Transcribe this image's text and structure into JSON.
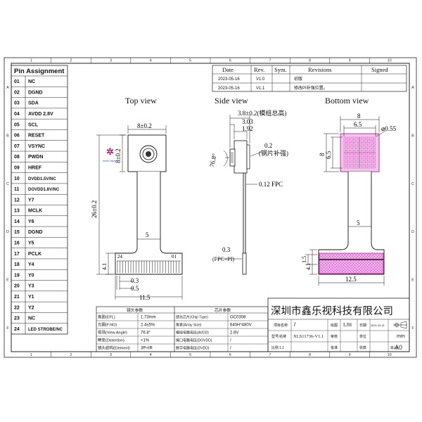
{
  "pin_table": {
    "title": "Pin Assignment",
    "pins": [
      {
        "no": "01",
        "name": "NC"
      },
      {
        "no": "02",
        "name": "DGND"
      },
      {
        "no": "03",
        "name": "SDA"
      },
      {
        "no": "04",
        "name": "AVDD 2.8V"
      },
      {
        "no": "05",
        "name": "SCL"
      },
      {
        "no": "06",
        "name": "RESET"
      },
      {
        "no": "07",
        "name": "VSYNC"
      },
      {
        "no": "08",
        "name": "PWDN"
      },
      {
        "no": "09",
        "name": "HREF"
      },
      {
        "no": "10",
        "name": "DVDD1.5V/NC"
      },
      {
        "no": "11",
        "name": "DOVDD1.8V/NC"
      },
      {
        "no": "12",
        "name": "Y7"
      },
      {
        "no": "13",
        "name": "MCLK"
      },
      {
        "no": "14",
        "name": "Y6"
      },
      {
        "no": "15",
        "name": "DGND"
      },
      {
        "no": "16",
        "name": "Y5"
      },
      {
        "no": "17",
        "name": "PCLK"
      },
      {
        "no": "18",
        "name": "Y4"
      },
      {
        "no": "19",
        "name": "Y0"
      },
      {
        "no": "20",
        "name": "Y3"
      },
      {
        "no": "21",
        "name": "Y1"
      },
      {
        "no": "22",
        "name": "Y2"
      },
      {
        "no": "23",
        "name": "NC"
      },
      {
        "no": "24",
        "name": "LED STROBE/NC"
      }
    ]
  },
  "revisions": {
    "headers": {
      "date": "Date",
      "rev": "Rev.",
      "sym": "Sym.",
      "revisions": "Revisions",
      "signed": "Signed"
    },
    "rows": [
      {
        "date": "2023-05-16",
        "rev": "V1.0",
        "sym": "",
        "desc": "初版",
        "signed": ""
      },
      {
        "date": "2023-05-16",
        "rev": "V1.1",
        "sym": "",
        "desc": "修改PI补强位置。",
        "signed": ""
      }
    ]
  },
  "views": {
    "top": {
      "title": "Top view",
      "dim_width": "8±0.2",
      "dim_height": "8±0.2",
      "dim_length": "26±0.2",
      "dim_neck": "5",
      "dim_connector_h": "4.1",
      "dim_pitch1": "0.3",
      "dim_pitch2": "0.5",
      "dim_total": "11.5",
      "pin_first": "24",
      "pin_last": "01"
    },
    "side": {
      "title": "Side view",
      "dim_total": "3.8±0.2(模组总高)",
      "dim_a": "3.03",
      "dim_b": "1.92",
      "dim_angle": "76.8°",
      "dim_stiff": "0.2",
      "stiff_label": "(钢片补强)",
      "dim_fpc": "0.12 FPC",
      "dim_fpc_pi": "0.3",
      "fpc_pi_label": "(FPC+PI)"
    },
    "bottom": {
      "title": "Bottom view",
      "dim_w": "8",
      "dim_inner": "6.5",
      "dim_hole": "⌀0.55",
      "dim_side_outer": "8",
      "dim_side_inner": "6.5",
      "dim_neck": "5",
      "dim_conn_h1": "4.1",
      "dim_conn_h2": "1.5",
      "dim_total": "12.5"
    }
  },
  "lens_table": {
    "title": "镜头参数",
    "rows": [
      {
        "label": "焦距(EFL)",
        "value": "1.73mm"
      },
      {
        "label": "光圈(F.NO)",
        "value": "2.4±5%"
      },
      {
        "label": "视场(View.Angle)",
        "value": "76.8°"
      },
      {
        "label": "畸变(Distortion)",
        "value": "<1%"
      },
      {
        "label": "镜头结构(Element)",
        "value": "3P+IR"
      }
    ]
  },
  "chip_table": {
    "title": "芯片参数",
    "rows": [
      {
        "label": "感光芯片(Chip Type)",
        "value": "GC0308"
      },
      {
        "label": "像素(Array Size)",
        "value": "640H*480V"
      },
      {
        "label": "模拟电路电压(AVDD)",
        "value": "2.8V"
      },
      {
        "label": "接口电路电压(DOVDD)",
        "value": "/"
      },
      {
        "label": "数字电路电压(DVDD)",
        "value": "/"
      }
    ]
  },
  "title_block": {
    "company": "深圳市鑫乐视科技有限公司",
    "project_label": "项目名称",
    "project_value": "/",
    "drawn_label": "绘图",
    "drawn_value": "LJH",
    "date_label": "日期",
    "date_value": "2024-04-13",
    "model_label": "型号/名称",
    "model_value": "XLS11736-V1.1",
    "review_label": "审核",
    "unit_label": "单位",
    "unit_value": "mm",
    "scale_label": "比例",
    "scale_value": "1:1",
    "approve_label": "批准",
    "sheet_label": "张数",
    "sheet_value": "第1张",
    "size_value": "A0"
  },
  "logo_text": "Xinlin Vision",
  "grid": {
    "cols": [
      "1",
      "2",
      "3",
      "4",
      "5",
      "6",
      "7",
      "8",
      "9",
      "10"
    ],
    "rows": [
      "A",
      "B",
      "C",
      "D",
      "E",
      "F"
    ]
  },
  "colors": {
    "pad_fill": "#f2c6ec",
    "pad_stroke": "#c0209c",
    "line": "#111111"
  }
}
